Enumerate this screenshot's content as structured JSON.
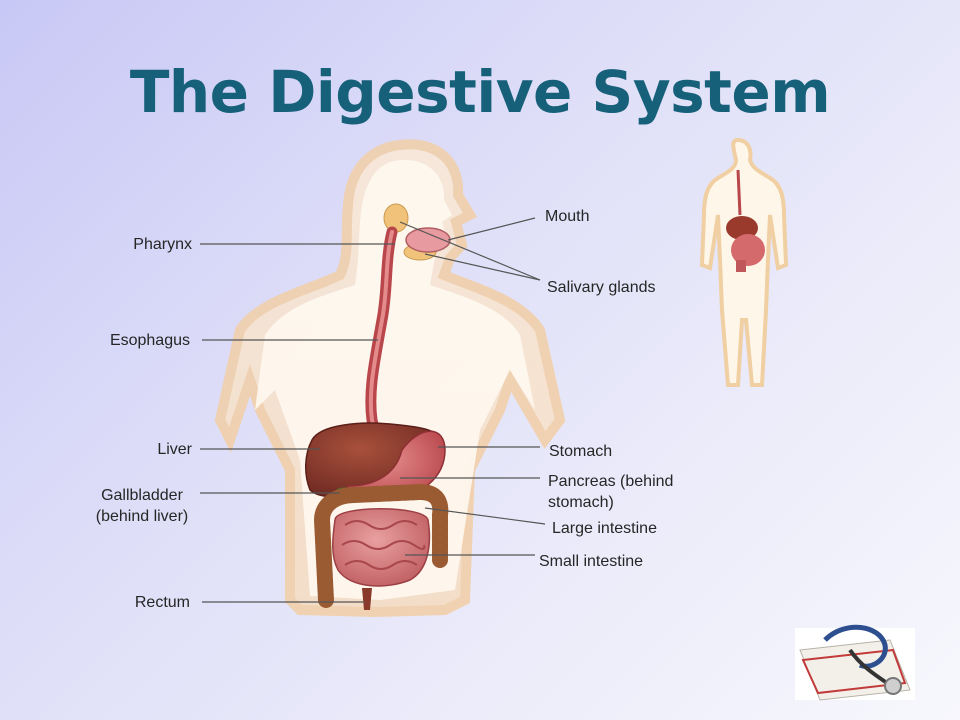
{
  "title": "The Digestive System",
  "labels": {
    "pharynx": "Pharynx",
    "esophagus": "Esophagus",
    "liver": "Liver",
    "gallbladder_line1": "Gallbladder",
    "gallbladder_line2": "(behind liver)",
    "rectum": "Rectum",
    "mouth": "Mouth",
    "salivary": "Salivary glands",
    "stomach": "Stomach",
    "pancreas_line1": "Pancreas (behind",
    "pancreas_line2": "stomach)",
    "large_intestine": "Large intestine",
    "small_intestine": "Small intestine"
  },
  "colors": {
    "title": "#17607a",
    "body_outline": "#f5d9b8",
    "organ_red": "#b3474a",
    "liver": "#8e3a2c",
    "intestine": "#cf6f72"
  },
  "icons": {
    "mini_figure": "small-body-figure-icon",
    "stethoscope": "stethoscope-notebook-icon"
  }
}
